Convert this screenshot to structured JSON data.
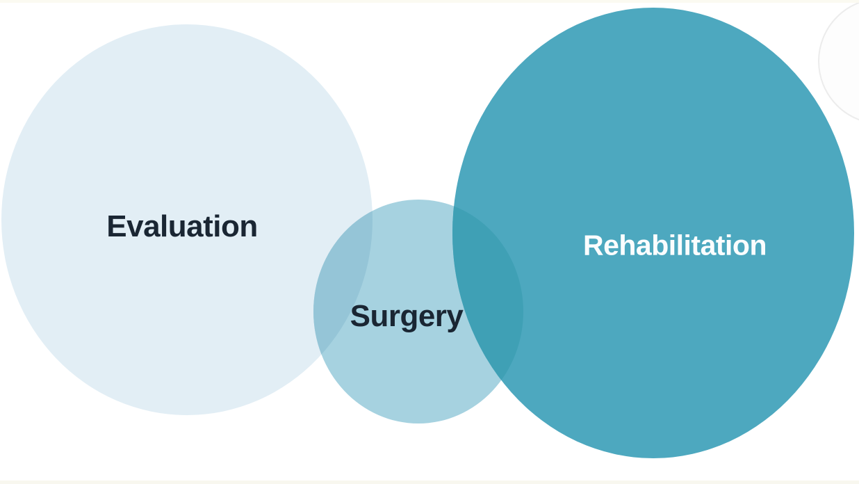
{
  "diagram": {
    "type": "euler-venn",
    "background_color": "#ffffff",
    "circles": [
      {
        "id": "evaluation",
        "label": "Evaluation",
        "fill": "#e2eef5",
        "text_color": "#1a2633"
      },
      {
        "id": "surgery",
        "label": "Surgery",
        "fill": "#a6d2e0",
        "text_color": "#1a2633"
      },
      {
        "id": "rehabilitation",
        "label": "Rehabilitation",
        "fill": "#4da8bf",
        "text_color": "#fbfdfe"
      }
    ],
    "overlaps": [
      {
        "between": [
          "evaluation",
          "surgery"
        ],
        "fill": "#95c5d7"
      },
      {
        "between": [
          "surgery",
          "rehabilitation"
        ],
        "fill": "#3fa0b5"
      }
    ],
    "decoration": {
      "corner_circle_fill": "#fdfdfd",
      "corner_circle_stroke": "#ececec"
    }
  }
}
